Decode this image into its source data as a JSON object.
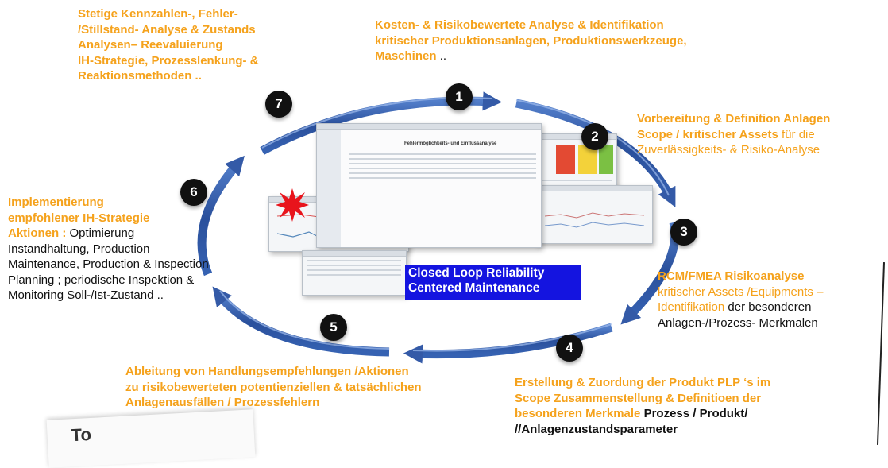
{
  "diagram": {
    "center_label": [
      "Closed Loop Reliability",
      "Centered Maintenance"
    ],
    "steps": [
      {
        "number": "1",
        "lines": [
          [
            {
              "t": "Kosten- & Risikobewertete Analyse & Identifikation",
              "s": "or"
            }
          ],
          [
            {
              "t": "kritischer  Produktionsanlagen, Produktionswerkzeuge,",
              "s": "or"
            }
          ],
          [
            {
              "t": "Maschinen",
              "s": "or"
            },
            {
              "t": " ..",
              "s": "bk"
            }
          ]
        ]
      },
      {
        "number": "2",
        "lines": [
          [
            {
              "t": "Vorbereitung & Definition Anlagen",
              "s": "or"
            }
          ],
          [
            {
              "t": "Scope / kritischer Assets",
              "s": "or"
            },
            {
              "t": " für die",
              "s": "ol"
            }
          ],
          [
            {
              "t": "Zuverlässigkeits- & Risiko-Analyse",
              "s": "ol"
            }
          ]
        ]
      },
      {
        "number": "3",
        "lines": [
          [
            {
              "t": "RCM/FMEA Risikoanalyse",
              "s": "or"
            }
          ],
          [
            {
              "t": "kritischer Assets /Equipments –",
              "s": "ol"
            }
          ],
          [
            {
              "t": "Identifikation",
              "s": "ol"
            },
            {
              "t": " der besonderen",
              "s": "bk"
            }
          ],
          [
            {
              "t": "Anlagen-/Prozess- Merkmalen",
              "s": "bk"
            }
          ]
        ]
      },
      {
        "number": "4",
        "lines": [
          [
            {
              "t": "Erstellung & Zuordung der  Produkt PLP ‘s im",
              "s": "or"
            }
          ],
          [
            {
              "t": "Scope  Zusammenstellung & Definitioen  der",
              "s": "or"
            }
          ],
          [
            {
              "t": "besonderen Merkmale ",
              "s": "or"
            },
            {
              "t": "Prozess / Produkt/",
              "s": "bkb"
            }
          ],
          [
            {
              "t": "//Anlagenzustandsparameter",
              "s": "bkb"
            }
          ]
        ]
      },
      {
        "number": "5",
        "lines": [
          [
            {
              "t": "Ableitung von Handlungsempfehlungen /Aktionen",
              "s": "or"
            }
          ],
          [
            {
              "t": " zu risikobewerteten potentienziellen & tatsächlichen",
              "s": "or"
            }
          ],
          [
            {
              "t": "Anlagenausfällen / Prozessfehlern",
              "s": "or"
            }
          ]
        ]
      },
      {
        "number": "6",
        "lines": [
          [
            {
              "t": "Implementierung",
              "s": "or"
            }
          ],
          [
            {
              "t": "empfohlener IH-Strategie",
              "s": "or"
            }
          ],
          [
            {
              "t": "Aktionen : ",
              "s": "or"
            },
            {
              "t": "Optimierung",
              "s": "bk"
            }
          ],
          [
            {
              "t": "Instandhaltung, Production",
              "s": "bk"
            }
          ],
          [
            {
              "t": "Maintenance, Production & Inspection",
              "s": "bk"
            }
          ],
          [
            {
              "t": "Planning ; periodische Inspektion &",
              "s": "bk"
            }
          ],
          [
            {
              "t": "Monitoring Soll-/Ist-Zustand ..",
              "s": "bk"
            }
          ]
        ]
      },
      {
        "number": "7",
        "lines": [
          [
            {
              "t": "Stetige Kennzahlen-, Fehler-",
              "s": "or"
            }
          ],
          [
            {
              "t": "/Stillstand- Analyse & Zustands",
              "s": "or"
            }
          ],
          [
            {
              "t": "Analysen– Reevaluierung",
              "s": "or"
            }
          ],
          [
            {
              "t": "IH-Strategie, Prozesslenkung- &",
              "s": "or"
            }
          ],
          [
            {
              "t": "Reaktionsmethoden ..",
              "s": "or"
            }
          ]
        ]
      }
    ],
    "screenshot_title": "Fehlermöglichkeits- und Einflussanalyse",
    "bottom_note_partial": "To"
  },
  "colors": {
    "accent_text": "#f5a21c",
    "ring": "#2d56a8",
    "label_bg": "#1414e0",
    "badge": "#111111",
    "burst": "#e8141c"
  }
}
